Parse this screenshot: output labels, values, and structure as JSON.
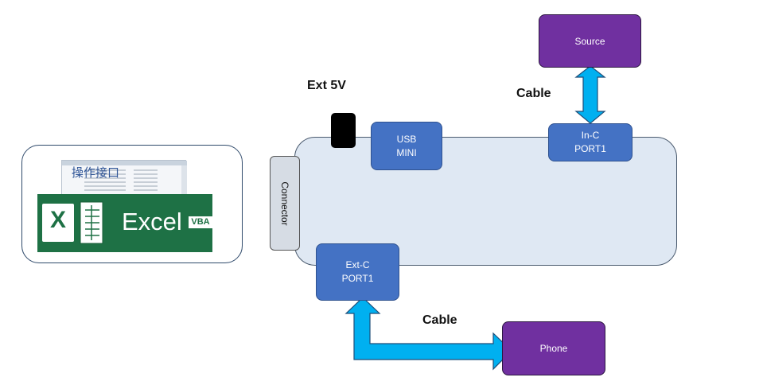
{
  "labels": {
    "source": "Source",
    "phone": "Phone",
    "usb_line1": "USB",
    "usb_line2": "MINI",
    "inc_line1": "In-C",
    "inc_line2": "PORT1",
    "extc_line1": "Ext-C",
    "extc_line2": "PORT1",
    "connector": "Connector",
    "ext5v": "Ext 5V",
    "cable_top": "Cable",
    "cable_bottom": "Cable"
  },
  "excel_card": {
    "chinese_text": "操作接口",
    "excel_text": "Excel",
    "vba_text": "VBA",
    "x_letter": "X"
  },
  "colors": {
    "board_fill": "#dfe8f3",
    "port_blue": "#4472c4",
    "device_purple": "#7030a0",
    "arrow_cyan": "#00b0f0",
    "excel_green": "#1e7145"
  }
}
